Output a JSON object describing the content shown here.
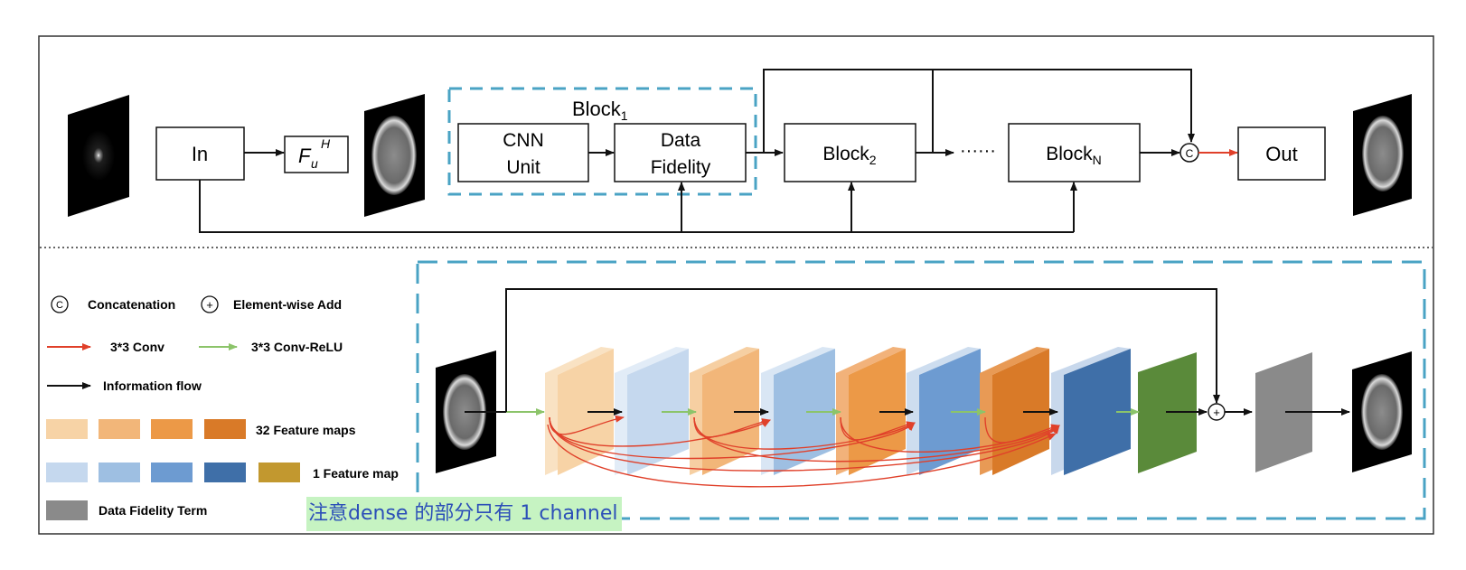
{
  "top": {
    "in_label": "In",
    "fu_label": "F",
    "fu_sub": "u",
    "fu_sup": "H",
    "block1_title": "Block",
    "block1_sub": "1",
    "cnn_line1": "CNN",
    "cnn_line2": "Unit",
    "df_line1": "Data",
    "df_line2": "Fidelity",
    "block2_label": "Block",
    "block2_sub": "2",
    "ellipsis": "······",
    "blockn_label": "Block",
    "blockn_sub": "N",
    "concat_symbol": "C",
    "out_label": "Out"
  },
  "legend": {
    "concat_symbol": "C",
    "concat_label": "Concatenation",
    "add_symbol": "+",
    "add_label": "Element-wise Add",
    "conv_label": "3*3 Conv",
    "conv_relu_label": "3*3 Conv-ReLU",
    "info_flow_label": "Information flow",
    "feat32_label": "32 Feature maps",
    "feat1_label": "1 Feature map",
    "dft_label": "Data Fidelity Term"
  },
  "bottom": {
    "add_symbol": "+"
  },
  "annotation": {
    "note": "注意dense 的部分只有 1 channel"
  },
  "colors": {
    "dashed_blue": "#4aa3c4",
    "conv_red": "#e0402a",
    "relu_green": "#8cc46a",
    "info_black": "#111111",
    "orange_1": "#f7d3a6",
    "orange_2": "#f2b679",
    "orange_3": "#ec9947",
    "orange_4": "#d97a28",
    "blue_1": "#c5d8ee",
    "blue_2": "#9ebfe2",
    "blue_3": "#6d9bd1",
    "blue_4": "#3f6fa8",
    "gold": "#c2982f",
    "green_block": "#5a8a3a",
    "gray_block": "#8a8a8a"
  }
}
